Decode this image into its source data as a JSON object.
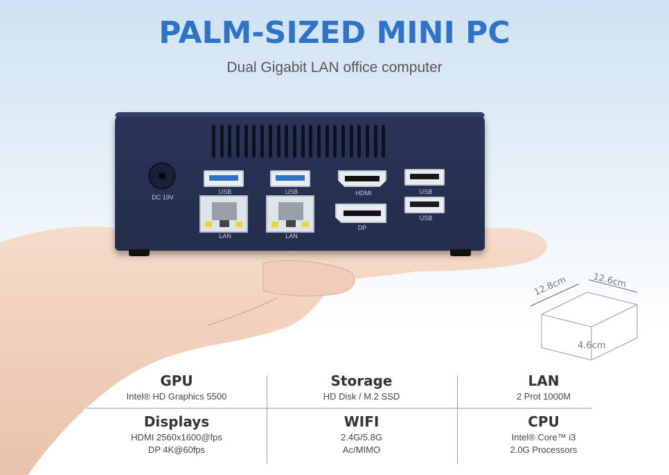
{
  "header": {
    "title": "PALM-SIZED MINI PC",
    "subtitle": "Dual Gigabit LAN office computer"
  },
  "device": {
    "ports": {
      "dc_label": "DC 19V",
      "usb_label": "USB",
      "lan_label": "LAN",
      "hdmi_label": "HDMI",
      "dp_label": "DP"
    },
    "colors": {
      "body": "#232d4c",
      "usb_blue": "#2f73c9",
      "led": "#e8d92a"
    }
  },
  "dimensions": {
    "length": "12.8cm",
    "width": "12.6cm",
    "height": "4.6cm"
  },
  "specs": [
    {
      "title": "GPU",
      "lines": [
        "Intel® HD Graphics 5500"
      ]
    },
    {
      "title": "Storage",
      "lines": [
        "HD Disk / M.2 SSD"
      ]
    },
    {
      "title": "LAN",
      "lines": [
        "2 Prot 1000M"
      ]
    },
    {
      "title": "Displays",
      "lines": [
        "HDMI 2560x1600@fps",
        "DP 4K@60fps"
      ]
    },
    {
      "title": "WIFI",
      "lines": [
        "2.4G/5.8G",
        "Ac/MIMO"
      ]
    },
    {
      "title": "CPU",
      "lines": [
        "Intel® Core™ i3",
        "2.0G Processors"
      ]
    }
  ],
  "accent_color": "#2f73c9"
}
